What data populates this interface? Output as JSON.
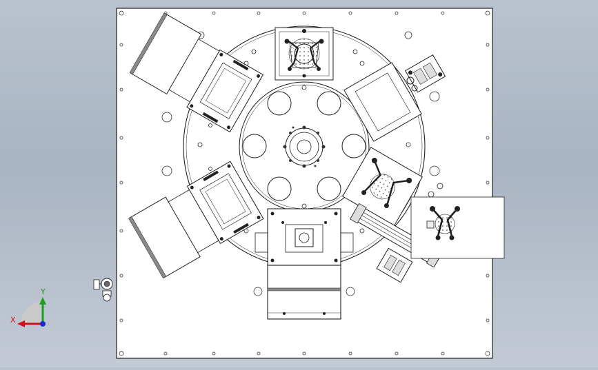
{
  "viewport": {
    "name": "cad-graphics-area",
    "view": "top"
  },
  "triad": {
    "x_label": "X",
    "y_label": "Y",
    "x_color": "#d0101a",
    "y_color": "#1aa01a",
    "z_color": "#1a2ad0"
  },
  "colors": {
    "paper": "#ffffff",
    "line": "#1e1e1e",
    "hatch": "#9aa0a6",
    "rail": "#8a8a8a"
  }
}
